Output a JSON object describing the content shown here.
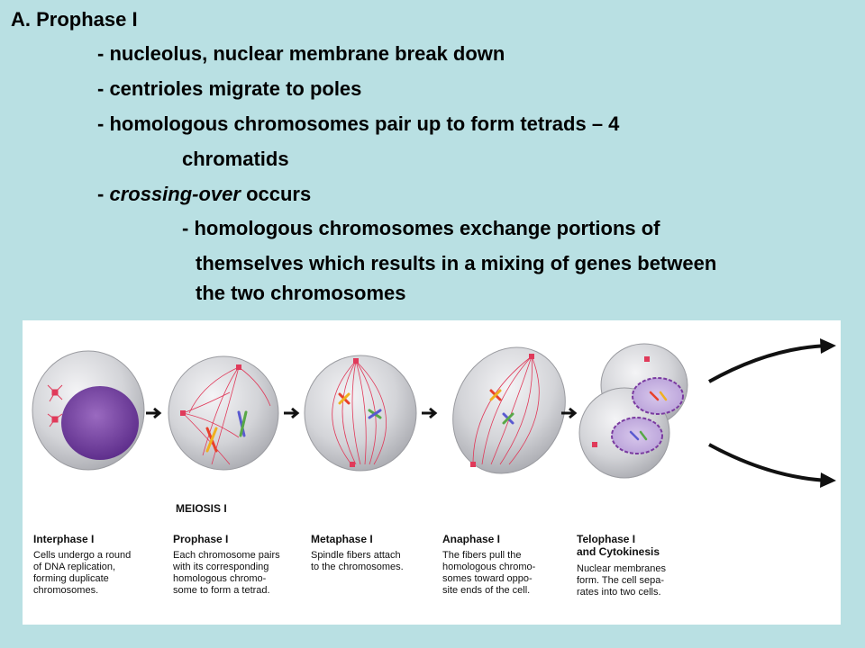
{
  "outline": {
    "heading": "A. Prophase I",
    "point1": "- nucleolus, nuclear membrane break down",
    "point2": "- centrioles migrate to poles",
    "point3_line1": "- homologous chromosomes pair up to form tetrads – 4",
    "point3_line2": "chromatids",
    "point4_prefix": "- ",
    "point4_italic": "crossing-over",
    "point4_suffix": " occurs",
    "subpoint_line1": "- homologous chromosomes exchange portions of",
    "subpoint_line2": "themselves which results in a mixing of genes between",
    "subpoint_line3": "the two chromosomes"
  },
  "figure": {
    "section_label": "MEIOSIS I",
    "stages": [
      {
        "title": "Interphase I",
        "text_lines": [
          "Cells undergo a round",
          "of DNA replication,",
          "forming duplicate",
          "chromosomes."
        ]
      },
      {
        "title": "Prophase I",
        "text_lines": [
          "Each chromosome pairs",
          "with its corresponding",
          "homologous chromo-",
          "some to form a tetrad."
        ]
      },
      {
        "title": "Metaphase I",
        "text_lines": [
          "Spindle fibers attach",
          "to the chromosomes."
        ]
      },
      {
        "title": "Anaphase I",
        "text_lines": [
          "The fibers pull the",
          "homologous chromo-",
          "somes toward oppo-",
          "site ends of the cell."
        ]
      },
      {
        "title_lines": [
          "Telophase I",
          "and Cytokinesis"
        ],
        "text_lines": [
          "Nuclear membranes",
          "form. The cell sepa-",
          "rates into two cells."
        ]
      }
    ],
    "colors": {
      "cell": "#cfd0d4",
      "nucleus": "#7a4aa0",
      "spindle": "#e03a5a",
      "chrom_red": "#e8402a",
      "chrom_yellow": "#f0b020",
      "chrom_blue": "#5a5ad0",
      "chrom_green": "#58a848"
    }
  }
}
